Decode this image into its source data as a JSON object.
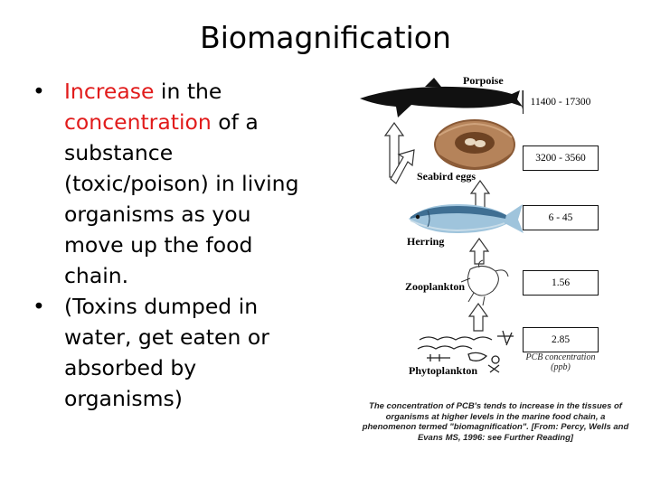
{
  "title": "Biomagnification",
  "bullets": [
    {
      "dot": "•",
      "red1": "Increase",
      "t1": " in the ",
      "red2": "concentration",
      "t2": " of a substance (toxic/poison) in living organisms as you move up the food chain."
    },
    {
      "dot": "•",
      "text": "(Toxins dumped in water, get eaten or absorbed by organisms)"
    }
  ],
  "figure": {
    "organisms": [
      {
        "label": "Porpoise",
        "value": "11400 - 17300",
        "icon": "porpoise-icon"
      },
      {
        "label": "Seabird eggs",
        "value": "3200 - 3560",
        "icon": "nest-eggs-icon"
      },
      {
        "label": "Herring",
        "value": "6 - 45",
        "icon": "fish-icon"
      },
      {
        "label": "Zooplankton",
        "value": "1.56",
        "icon": "zooplankton-icon"
      },
      {
        "label": "Phytoplankton",
        "value": "2.85",
        "icon": "phytoplankton-icon"
      }
    ],
    "unit_label": "PCB concentration (ppb)",
    "caption": "The concentration of PCB's tends to increase in the tissues of organisms at higher levels in the marine food chain, a phenomenon termed \"biomagnification\". [From: Percy, Wells and Evans MS, 1996: see Further Reading]"
  }
}
